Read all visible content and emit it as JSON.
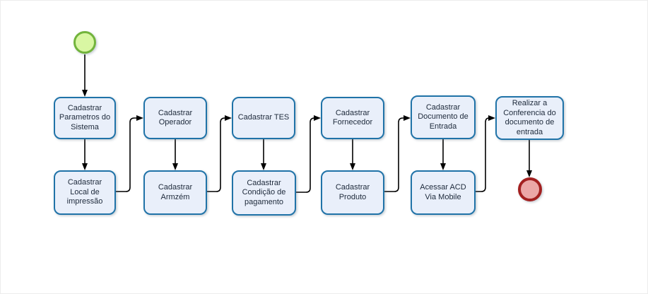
{
  "diagram": {
    "type": "flowchart",
    "language": "pt-BR",
    "style": {
      "task_fill": "#e9effa",
      "task_border": "#2073a8",
      "task_text_color": "#202c3d",
      "start_event_fill": "#d9f7a3",
      "start_event_border": "#72b43c",
      "end_event_fill": "#eba7a7",
      "end_event_border": "#a32020",
      "connector_color": "#000000",
      "background": "#ffffff"
    },
    "start_event": {
      "shape": "circle",
      "meaning": "start"
    },
    "end_event": {
      "shape": "circle",
      "meaning": "end"
    },
    "tasks": [
      {
        "label": "Cadastrar\nParametros do\nSistema"
      },
      {
        "label": "Cadastrar\nLocal de\nimpressão"
      },
      {
        "label": "Cadastrar\nOperador"
      },
      {
        "label": "Cadastrar\nArmzém"
      },
      {
        "label": "Cadastrar TES"
      },
      {
        "label": "Cadastrar\nCondição de\npagamento"
      },
      {
        "label": "Cadastrar\nFornecedor"
      },
      {
        "label": "Cadastrar\nProduto"
      },
      {
        "label": "Cadastrar\nDocumento de\nEntrada"
      },
      {
        "label": "Acessar ACD\nVia Mobile"
      },
      {
        "label": "Realizar a\nConferencia do\ndocumento de\nentrada"
      }
    ],
    "flow_sequence": [
      "start",
      "Cadastrar Parametros do Sistema",
      "Cadastrar Local de impressão",
      "Cadastrar Operador",
      "Cadastrar Armzém",
      "Cadastrar TES",
      "Cadastrar Condição de pagamento",
      "Cadastrar Fornecedor",
      "Cadastrar Produto",
      "Cadastrar Documento de Entrada",
      "Acessar ACD Via Mobile",
      "Realizar a Conferencia do documento de entrada",
      "end"
    ]
  }
}
